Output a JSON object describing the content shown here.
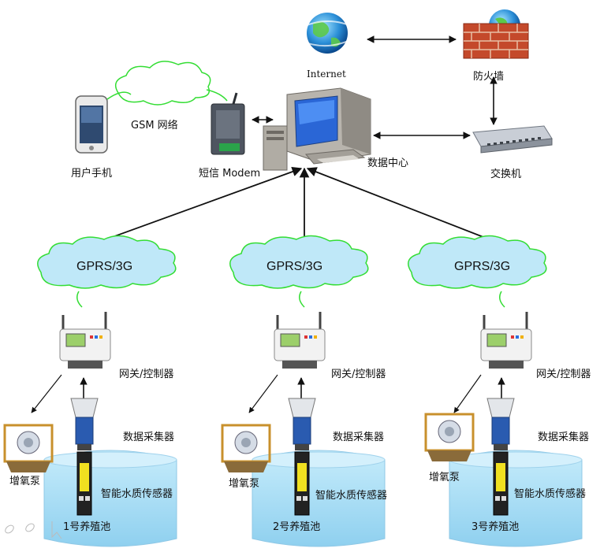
{
  "top": {
    "internet_label": "Internet",
    "firewall_label": "防火墙",
    "switch_label": "交换机",
    "datacenter_label": "数据中心",
    "modem_label": "短信 Modem",
    "phone_label": "用户手机",
    "gsm_label": "GSM 网络"
  },
  "sites": [
    {
      "cloud_label": "GPRS/3G",
      "gateway_label": "网关/控制器",
      "collector_label": "数据采集器",
      "pump_label": "增氧泵",
      "sensor_label": "智能水质传感器",
      "pond_label": "1号养殖池"
    },
    {
      "cloud_label": "GPRS/3G",
      "gateway_label": "网关/控制器",
      "collector_label": "数据采集器",
      "pump_label": "增氧泵",
      "sensor_label": "智能水质传感器",
      "pond_label": "2号养殖池"
    },
    {
      "cloud_label": "GPRS/3G",
      "gateway_label": "网关/控制器",
      "collector_label": "数据采集器",
      "pump_label": "增氧泵",
      "sensor_label": "智能水质传感器",
      "pond_label": "3号养殖池"
    }
  ],
  "colors": {
    "cloud_fill": "#bfe8f8",
    "cloud_stroke": "#33dd33",
    "pond_fill": "#a8dcf2",
    "arrow": "#111111"
  }
}
